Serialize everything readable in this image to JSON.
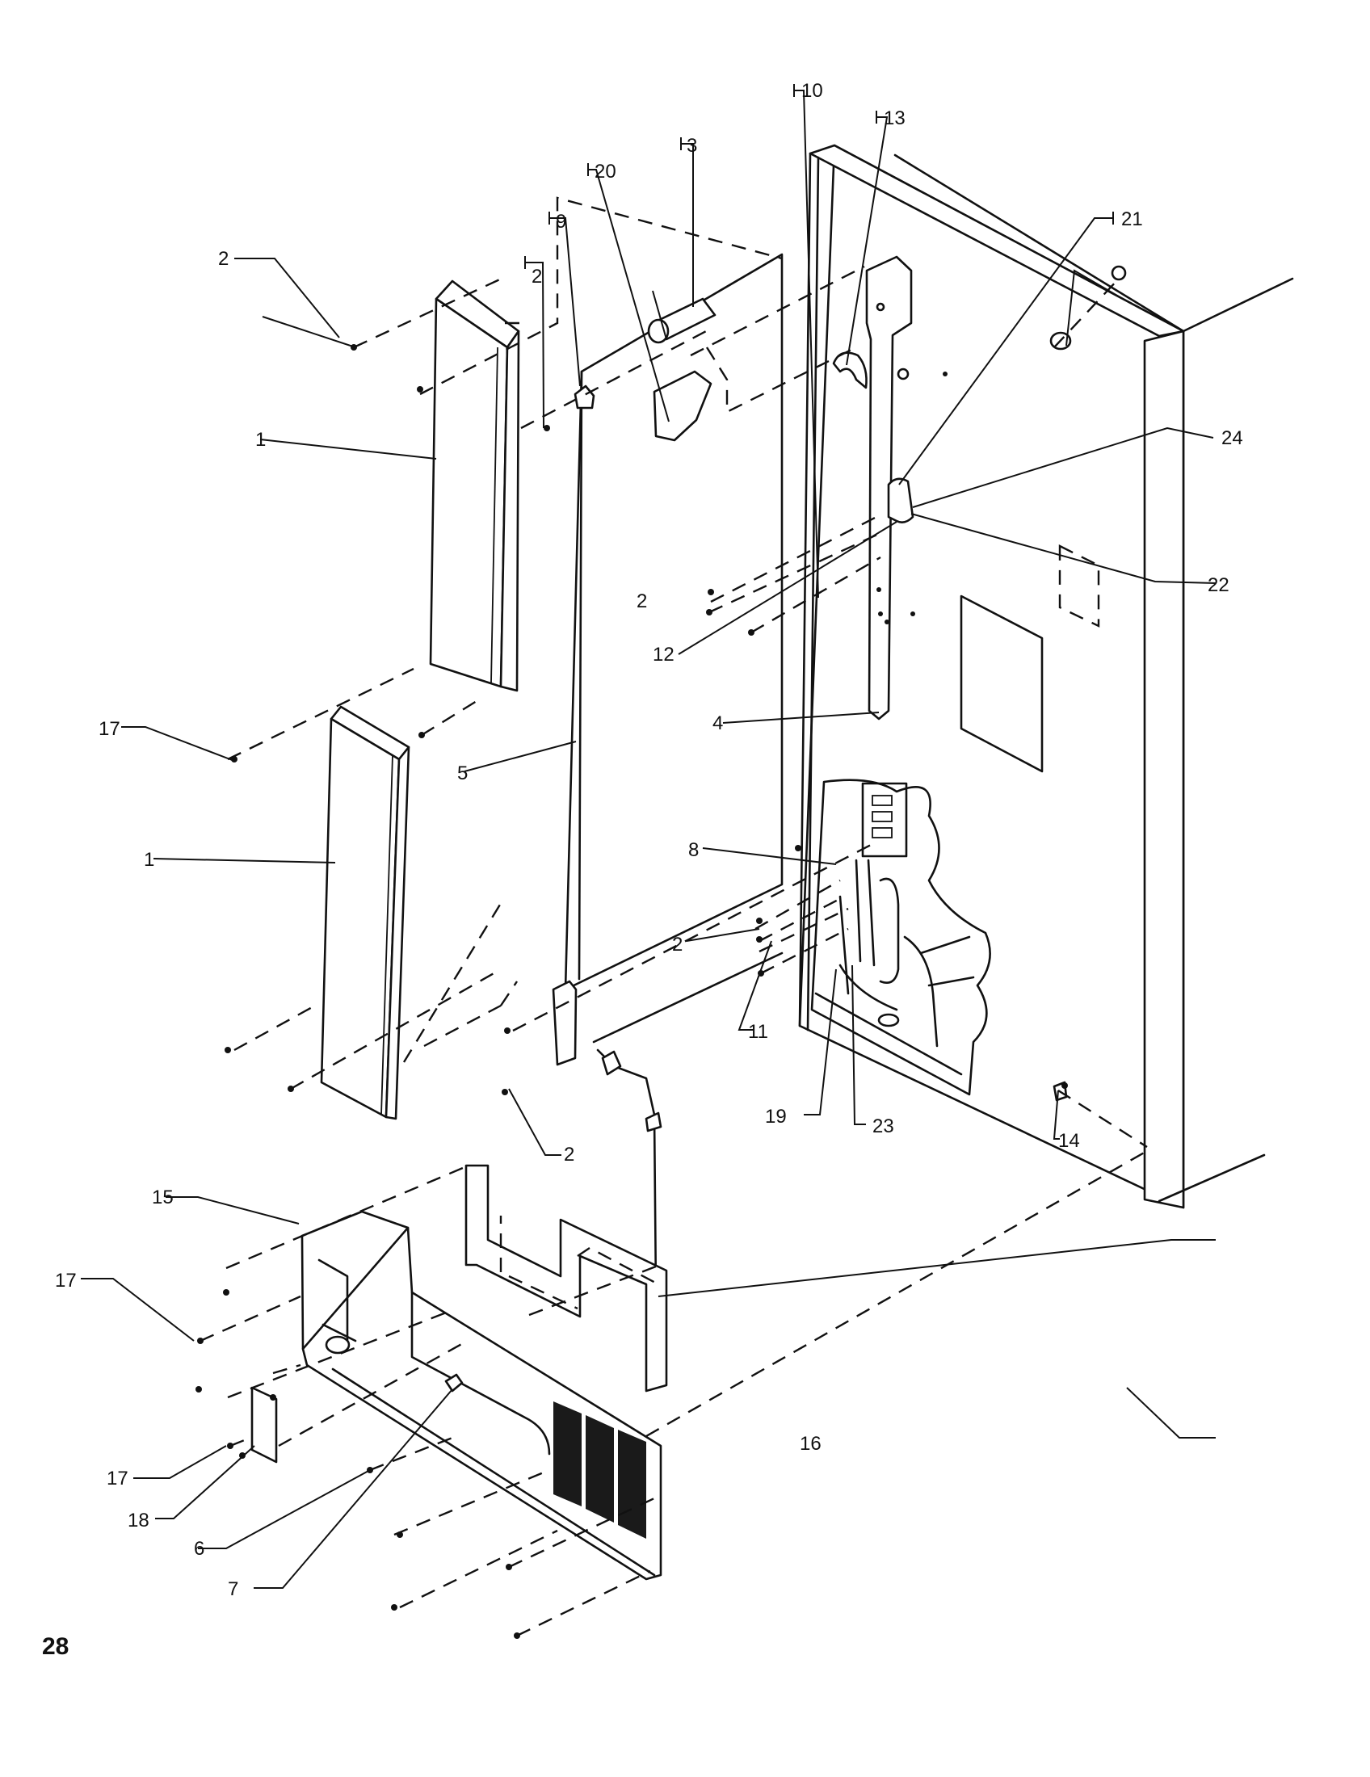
{
  "diagram": {
    "callouts": [
      {
        "id": "c1a",
        "label": "1"
      },
      {
        "id": "c1b",
        "label": "1"
      },
      {
        "id": "c2a",
        "label": "2"
      },
      {
        "id": "c2b",
        "label": "2"
      },
      {
        "id": "c2c",
        "label": "2"
      },
      {
        "id": "c2d",
        "label": "2"
      },
      {
        "id": "c2e",
        "label": "2"
      },
      {
        "id": "c3",
        "label": "3"
      },
      {
        "id": "c4",
        "label": "4"
      },
      {
        "id": "c5",
        "label": "5"
      },
      {
        "id": "c6",
        "label": "6"
      },
      {
        "id": "c7",
        "label": "7"
      },
      {
        "id": "c8",
        "label": "8"
      },
      {
        "id": "c9",
        "label": "9"
      },
      {
        "id": "c10",
        "label": "10"
      },
      {
        "id": "c11",
        "label": "11"
      },
      {
        "id": "c12",
        "label": "12"
      },
      {
        "id": "c13",
        "label": "13"
      },
      {
        "id": "c14",
        "label": "14"
      },
      {
        "id": "c15",
        "label": "15"
      },
      {
        "id": "c16",
        "label": "16"
      },
      {
        "id": "c17a",
        "label": "17"
      },
      {
        "id": "c17b",
        "label": "17"
      },
      {
        "id": "c17c",
        "label": "17"
      },
      {
        "id": "c18",
        "label": "18"
      },
      {
        "id": "c19",
        "label": "19"
      },
      {
        "id": "c20",
        "label": "20"
      },
      {
        "id": "c21",
        "label": "21"
      },
      {
        "id": "c22",
        "label": "22"
      },
      {
        "id": "c23",
        "label": "23"
      },
      {
        "id": "c24",
        "label": "24"
      }
    ],
    "page_mark": "28"
  }
}
